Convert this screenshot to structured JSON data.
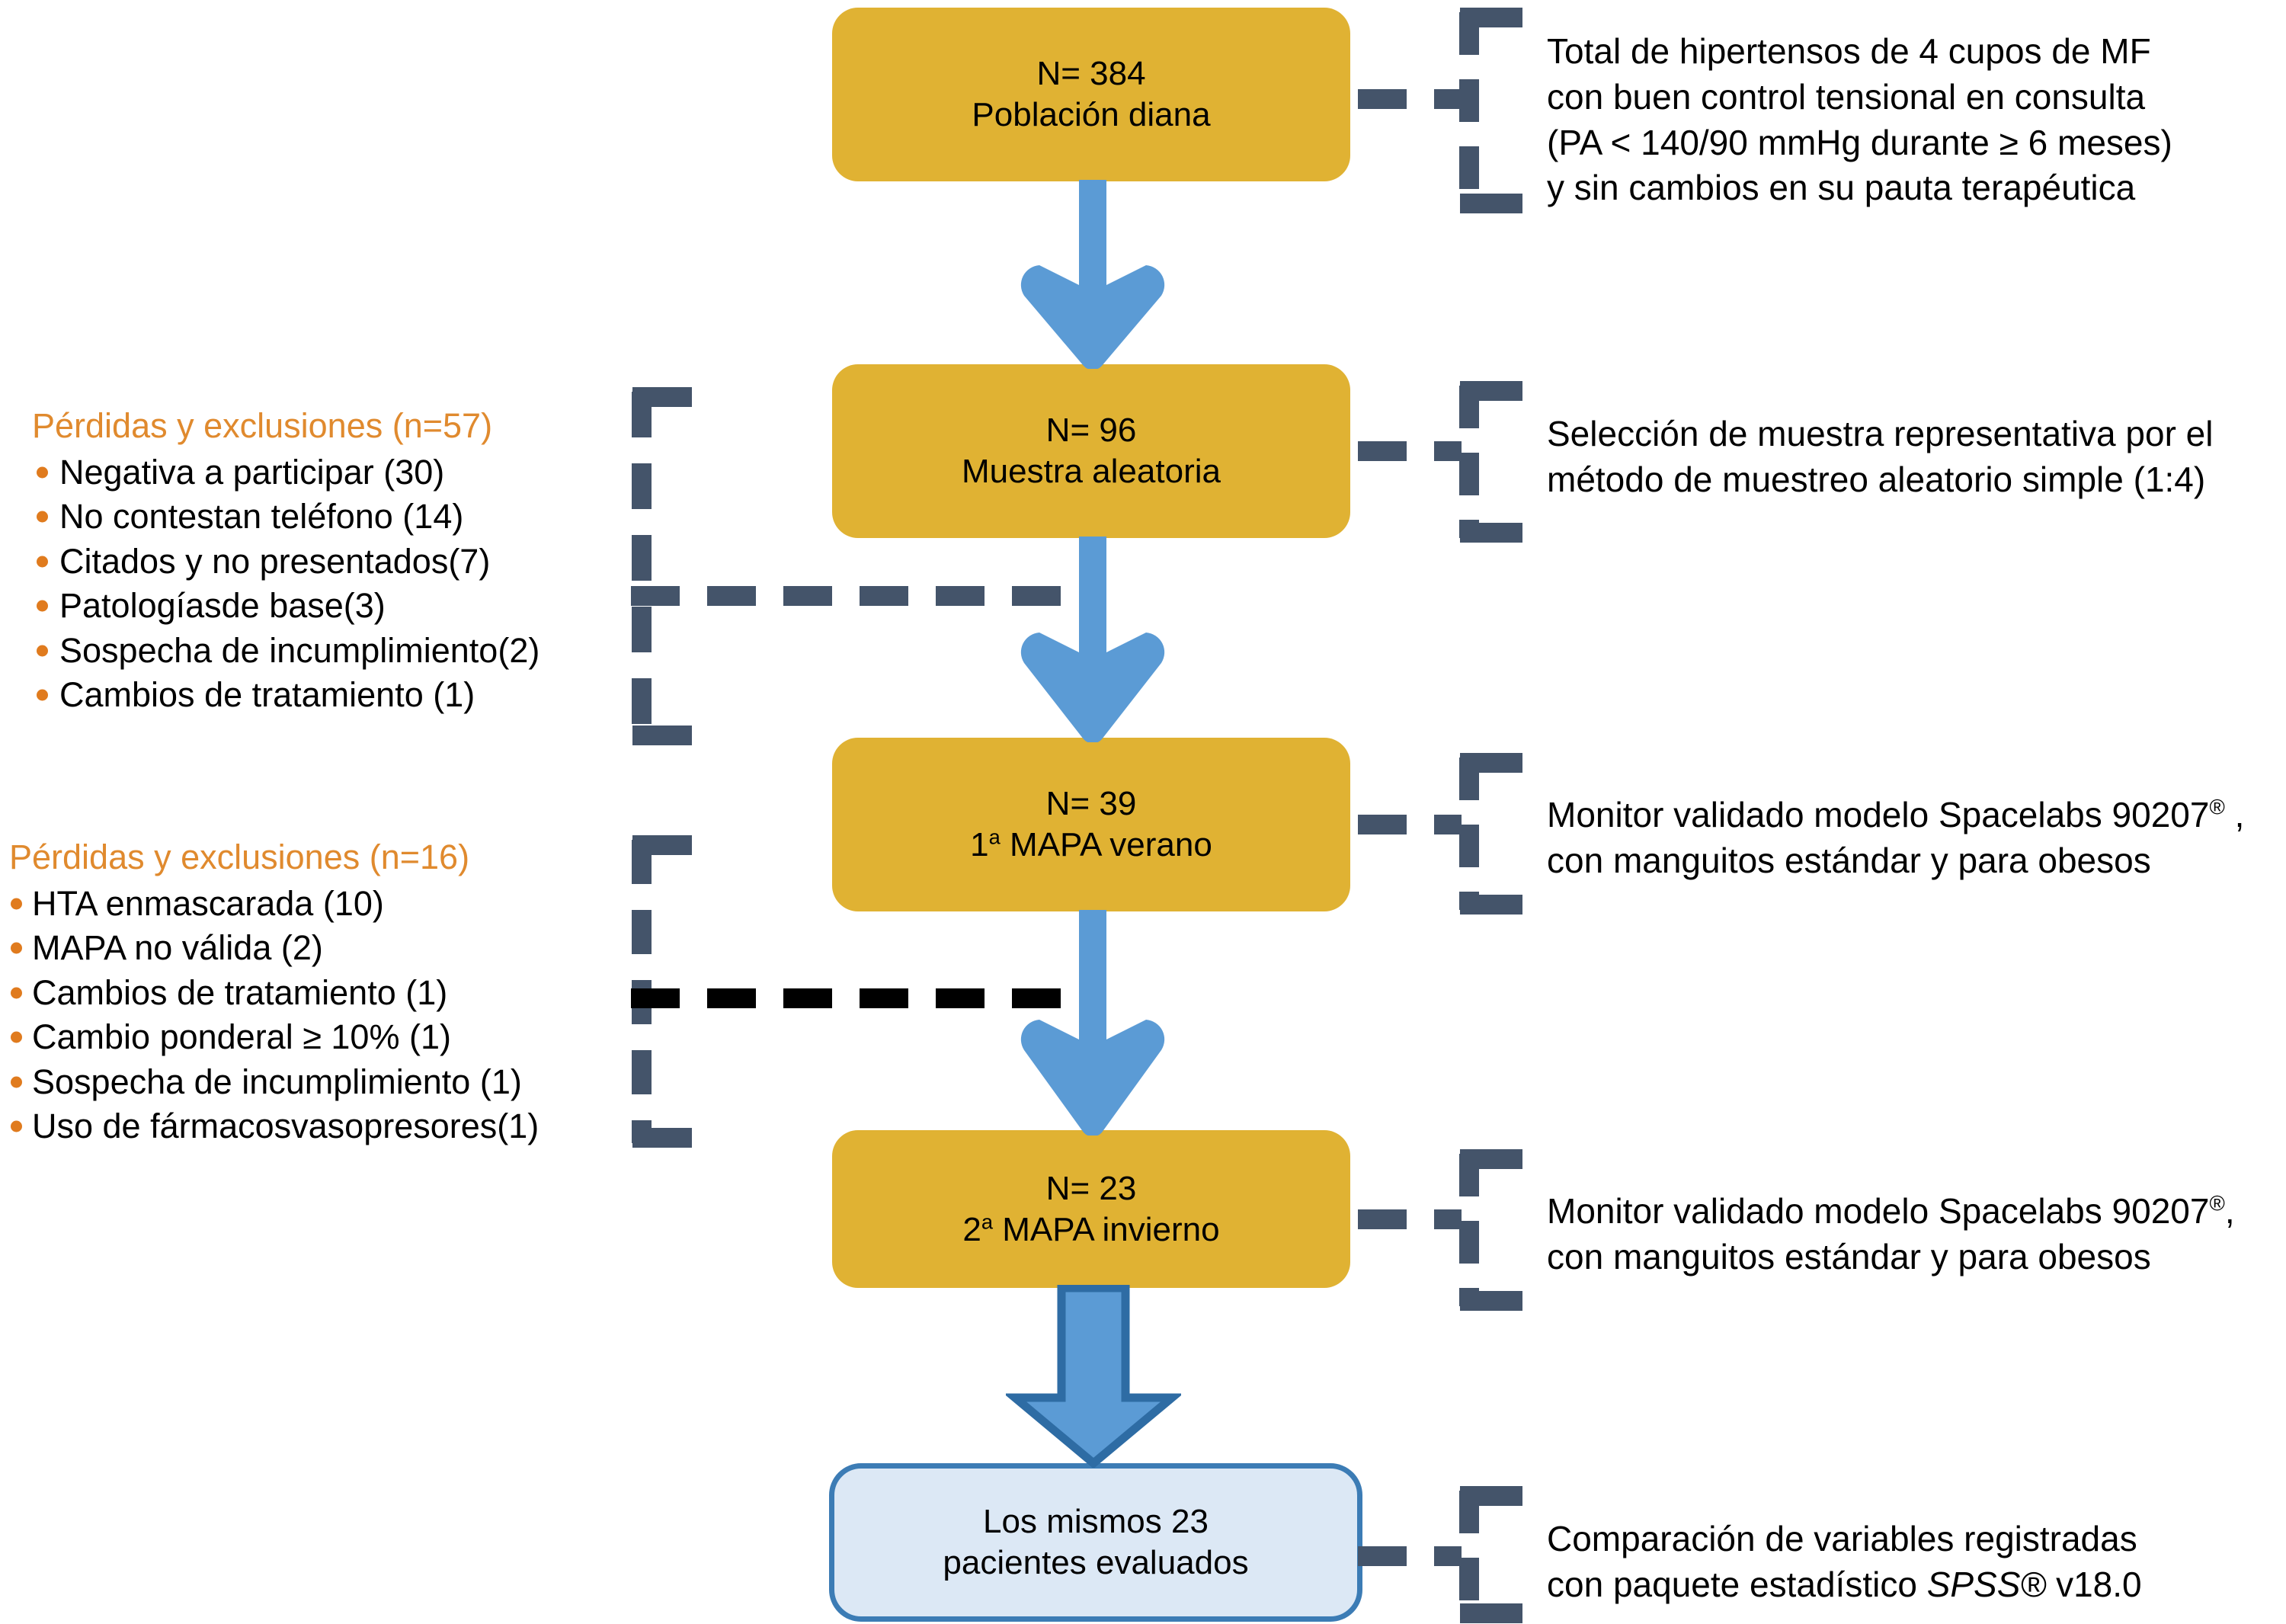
{
  "colors": {
    "gold_box": "#E0B233",
    "final_box_fill": "#DCE8F5",
    "final_box_border": "#3C7CB5",
    "arrow_blue": "#5B9BD5",
    "arrow_blue_dark": "#2E6CA4",
    "bracket_slate": "#44546A",
    "bullet_orange": "#E07B1E",
    "heading_orange": "#E08A2E",
    "black_connector": "#000000"
  },
  "flow": {
    "nodes": [
      {
        "id": "poblacion-diana",
        "line1": "N= 384",
        "line2": "Población diana",
        "style": "gold"
      },
      {
        "id": "muestra-aleatoria",
        "line1": "N= 96",
        "line2": "Muestra aleatoria",
        "style": "gold"
      },
      {
        "id": "mapa-verano",
        "line1": "N= 39",
        "line2_pre": "1",
        "line2_sup": "a",
        "line2_post": " MAPA verano",
        "style": "gold"
      },
      {
        "id": "mapa-invierno",
        "line1": "N= 23",
        "line2_pre": "2",
        "line2_sup": "a",
        "line2_post": " MAPA invierno",
        "style": "gold"
      },
      {
        "id": "pacientes-evaluados",
        "line1": "Los mismos 23",
        "line2": "pacientes evaluados",
        "style": "final"
      }
    ]
  },
  "exclusions": [
    {
      "id": "exclusions-57",
      "heading": "Pérdidas y exclusiones (n=57)",
      "items": [
        "Negativa a participar (30)",
        "No contestan teléfono (14)",
        "Citados y no presentados(7)",
        "Patologíasde base(3)",
        "Sospecha de incumplimiento(2)",
        "Cambios de tratamiento (1)"
      ]
    },
    {
      "id": "exclusions-16",
      "heading": "Pérdidas y exclusiones (n=16)",
      "items": [
        "HTA enmascarada (10)",
        "MAPA no válida (2)",
        "Cambios de tratamiento (1)",
        "Cambio ponderal ≥ 10% (1)",
        "Sospecha de incumplimiento (1)",
        "Uso de fármacosvasopresores(1)"
      ]
    }
  ],
  "notes": [
    {
      "id": "note-poblacion",
      "lines": [
        "Total de hipertensos de 4 cupos de  MF",
        "con buen control tensional en consulta",
        "(PA < 140/90 mmHg durante ≥ 6 meses)",
        "y sin cambios en su pauta terapéutica"
      ]
    },
    {
      "id": "note-muestra",
      "lines": [
        "Selección de muestra representativa por el",
        "método de muestreo aleatorio simple (1:4)"
      ]
    },
    {
      "id": "note-monitor-verano",
      "line1_pre": "Monitor validado modelo Spacelabs 90207",
      "line1_sup": "®",
      "line1_post": " ,",
      "line2": "con manguitos estándar y para obesos"
    },
    {
      "id": "note-monitor-invierno",
      "line1_pre": "Monitor validado modelo  Spacelabs 90207",
      "line1_sup": "®",
      "line1_post": ",",
      "line2": "con manguitos estándar y para obesos"
    },
    {
      "id": "note-spss",
      "line1": "Comparación de variables registradas",
      "line2_pre": "con paquete estadístico  ",
      "line2_ital": "SPSS®",
      "line2_post": " v18.0"
    }
  ]
}
